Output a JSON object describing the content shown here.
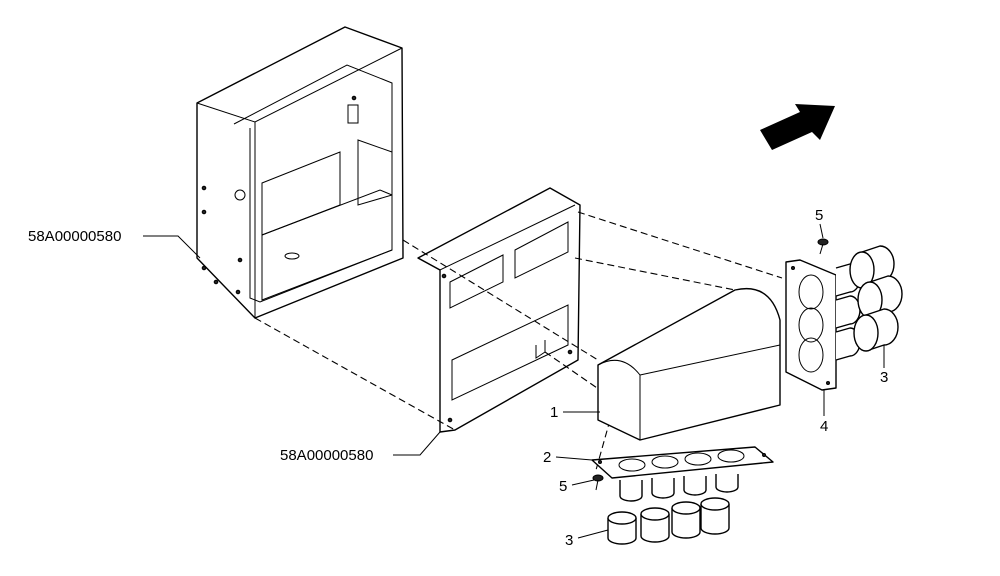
{
  "callouts": {
    "part_no_upper": "58A00000580",
    "part_no_lower": "58A00000580",
    "item_1": "1",
    "item_2": "2",
    "item_3_bottom": "3",
    "item_3_right": "3",
    "item_4": "4",
    "item_5_bottom": "5",
    "item_5_top": "5"
  },
  "icons": {
    "direction": "arrow-icon"
  }
}
